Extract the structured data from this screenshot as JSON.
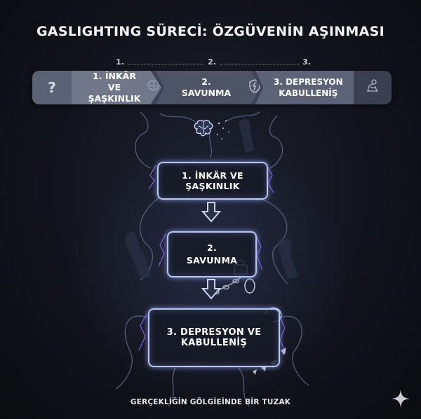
{
  "title": "GASLIGHTING SÜRECİ: ÖZGÜVENİN AŞINMASI",
  "progress": {
    "step_numbers": [
      "1.",
      "2.",
      "3."
    ],
    "question_mark": "?",
    "steps": [
      {
        "line1": "1. İNKÄR VE",
        "line2": "ŞAŞKINLIK",
        "icon": "brain-icon"
      },
      {
        "line1": "2. SAVUNMA",
        "line2": "",
        "icon": "shield-icon"
      },
      {
        "line1": "3. DEPRESYON",
        "line2": "KABULLENİŞ",
        "icon": "person-curled-icon"
      }
    ]
  },
  "flow": {
    "box1": "1. İNKÄR VE ŞAŞKINLIK",
    "box2_line1": "2.",
    "box2_line2": "SAVUNMA",
    "box3": "3. DEPRESYON VE KABULLENİŞ"
  },
  "footer": "GERÇEKLİĞİN GÖLGİEİNDE BİR TUZAK",
  "colors": {
    "background": "#12141c",
    "box_glow": "#b9c8f0",
    "accent_purple": "#9a6cff"
  }
}
